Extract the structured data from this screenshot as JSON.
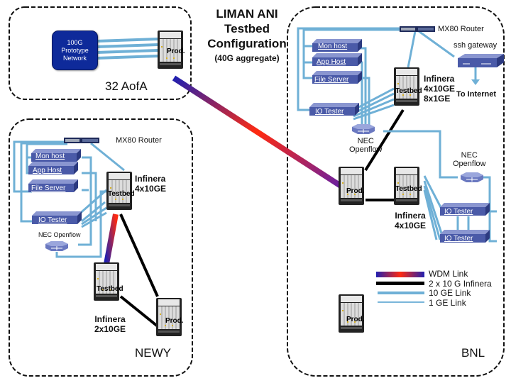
{
  "title": {
    "line1": "LIMAN ANI",
    "line2": "Testbed",
    "line3": "Configuration",
    "subtitle": "(40G aggregate)"
  },
  "sites": {
    "aofa": "32 AofA",
    "newy": "NEWY",
    "bnl": "BNL"
  },
  "nodes": {
    "prototype_network": "100G Prototype Network",
    "prototype_lines": [
      "100G",
      "Prototype",
      "Network"
    ],
    "prod_label": "Prod.",
    "testbed_label": "Testbed",
    "mx80_router": "MX80 Router",
    "ssh_gateway": "ssh gateway",
    "to_internet": "To Internet",
    "nec_openflow": "NEC Openflow",
    "nec": "NEC",
    "openflow": "Openflow",
    "hosts": {
      "mon_host": "Mon host",
      "app_host": "App Host",
      "file_server": "File Server",
      "io_tester": "IO Tester"
    },
    "bnl_infinera": [
      "Infinera",
      "4x10GE",
      "8x1GE"
    ],
    "bnl_infinera2": [
      "Infinera",
      "4x10GE"
    ],
    "newy_infinera_top": [
      "Infinera",
      "4x10GE"
    ],
    "newy_infinera_bottom": [
      "Infinera",
      "2x10GE"
    ]
  },
  "legend": {
    "items": [
      {
        "label": "WDM Link",
        "type": "wdm"
      },
      {
        "label": "2 x 10 G Infinera",
        "type": "infinera"
      },
      {
        "label": "10 GE Link",
        "type": "10ge"
      },
      {
        "label": "1 GE Link",
        "type": "1ge"
      }
    ]
  },
  "colors": {
    "wdm_blue": "#1a22b0",
    "wdm_red": "#ff2a10",
    "infinera": "#000000",
    "ge10": "#6fb0d6",
    "ge1": "#7ab6da",
    "host": "#4a5aa8",
    "legend_bg": "#d4d4d4"
  }
}
